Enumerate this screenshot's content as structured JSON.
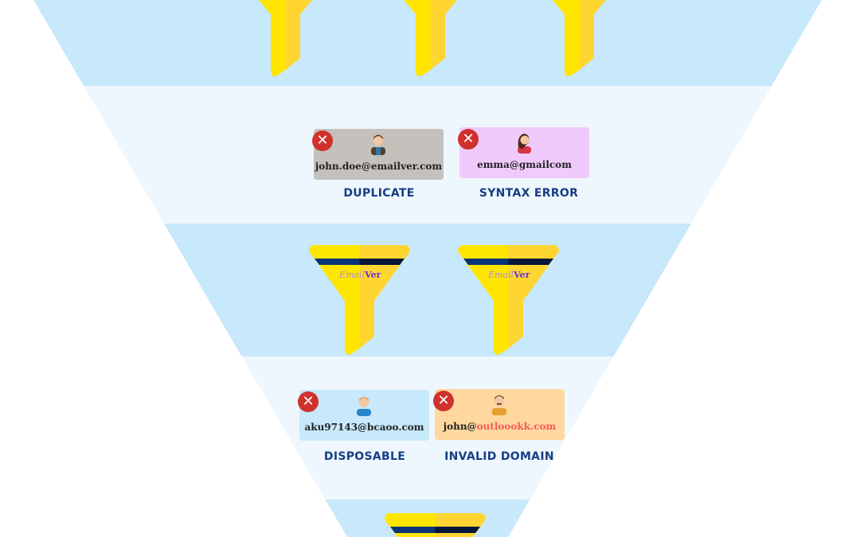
{
  "colors": {
    "band_dark": "#c8e8fb",
    "band_light": "#eef7fe",
    "funnel_left": "#ffe600",
    "funnel_right": "#ffd631",
    "label": "#163e84",
    "error_icon": "#d0312d"
  },
  "cards": [
    {
      "email": "john.doe@emailver.com",
      "label": "DUPLICATE",
      "bg": "#c4c0bc",
      "icon": "close-icon"
    },
    {
      "email": "emma@gmailcom",
      "label": "SYNTAX ERROR",
      "bg": "#f1cafc",
      "icon": "close-icon"
    },
    {
      "email": "aku97143@bcaoo.com",
      "label": "DISPOSABLE",
      "bg": "#c8e8fb",
      "icon": "close-icon"
    },
    {
      "email_user": "john@",
      "email_domain": "outloookk.com",
      "label": "INVALID DOMAIN",
      "bg": "#fed89e",
      "icon": "close-icon"
    }
  ],
  "brand": {
    "part1": "Email",
    "part2": "Ver"
  }
}
